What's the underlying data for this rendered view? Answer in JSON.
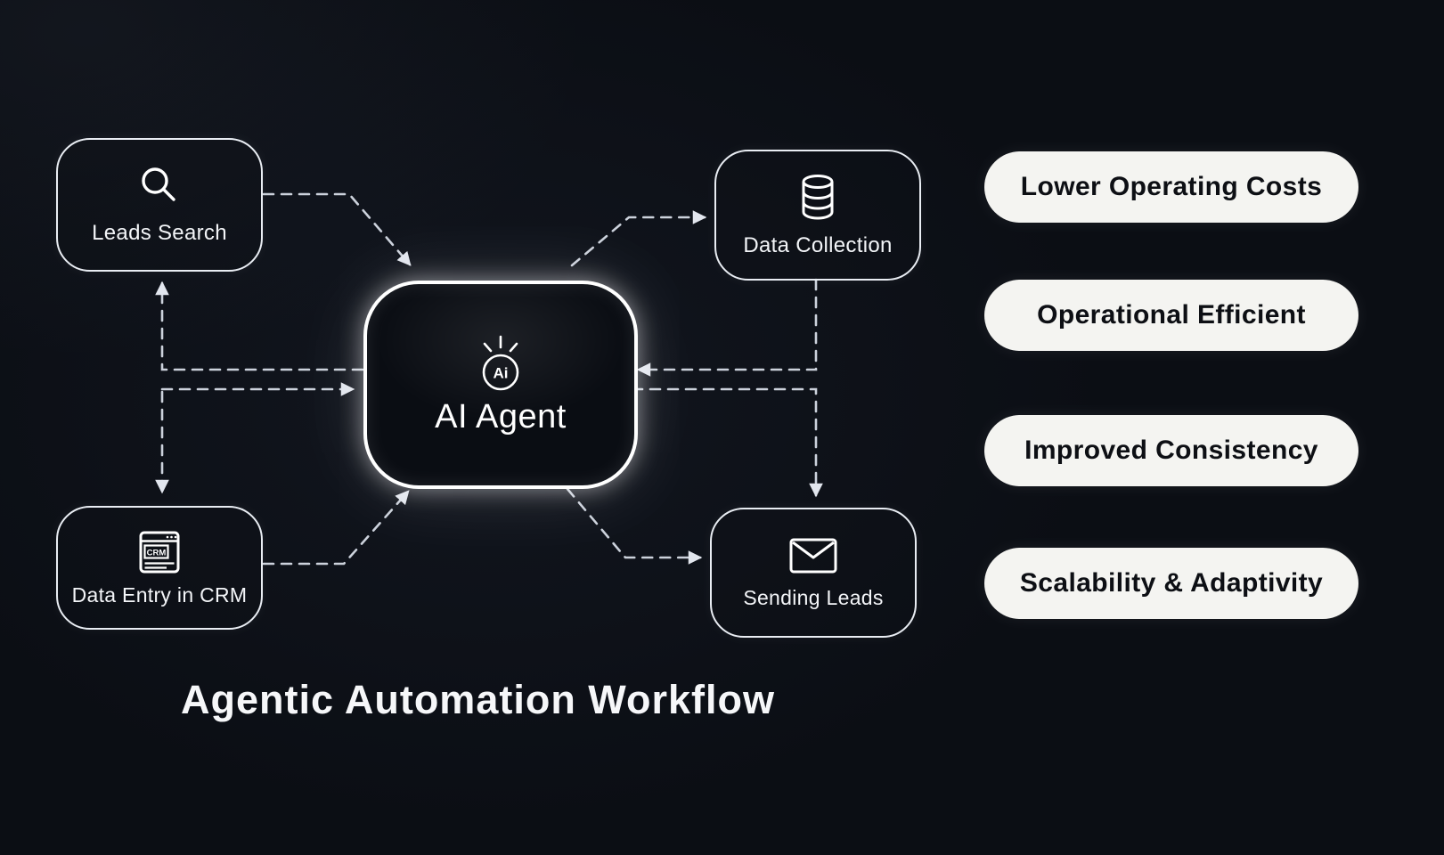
{
  "title": "Agentic Automation Workflow",
  "center": {
    "label": "AI Agent",
    "icon_text": "Ai"
  },
  "nodes": [
    {
      "id": "leads-search",
      "label": "Leads Search",
      "icon": "search-icon"
    },
    {
      "id": "data-collection",
      "label": "Data Collection",
      "icon": "database-icon"
    },
    {
      "id": "data-entry-crm",
      "label": "Data Entry in CRM",
      "icon": "crm-window-icon",
      "icon_text": "CRM"
    },
    {
      "id": "sending-leads",
      "label": "Sending Leads",
      "icon": "envelope-icon"
    }
  ],
  "benefits": [
    {
      "label": "Lower Operating Costs"
    },
    {
      "label": "Operational Efficient"
    },
    {
      "label": "Improved Consistency"
    },
    {
      "label": "Scalability & Adaptivity"
    }
  ],
  "colors": {
    "background": "#0b0e14",
    "node_border": "#e9edf3",
    "center_border": "#ffffff",
    "arrow": "#ccd2dc",
    "pill_background": "#f4f4f1",
    "pill_text": "#0d0f14",
    "text": "#f3f5f8"
  }
}
